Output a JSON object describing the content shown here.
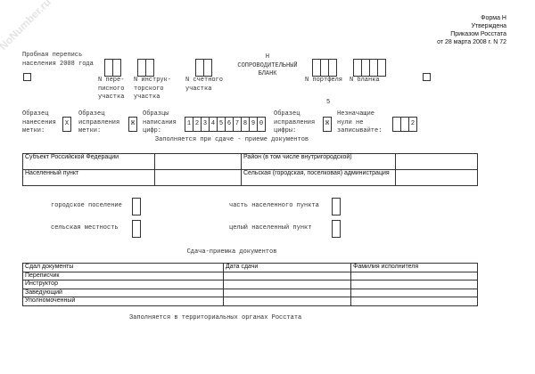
{
  "watermark": "NoNumber.ru",
  "header": {
    "line1": "Форма Н",
    "line2": "Утверждена",
    "line3": "Приказом Росстата",
    "line4": "от 28 марта 2008 г. N 72"
  },
  "census": {
    "line1": "Пробная перепись",
    "line2": "населения 2008 года"
  },
  "blank_title": {
    "n": "Н",
    "line1": "СОПРОВОДИТЕЛЬНЫЙ",
    "line2": "БЛАНК"
  },
  "labels": {
    "perepis": [
      "N пере-",
      "писного",
      "участка"
    ],
    "instr": [
      "N инструк-",
      "торского",
      "участка"
    ],
    "schet": [
      "N счетного",
      "участка"
    ],
    "portfel": "N портфеля",
    "blank": "N бланка"
  },
  "samples": {
    "mark": {
      "label": [
        "Образец",
        "нанесения",
        "метки:"
      ],
      "value": "X"
    },
    "mark_fix": {
      "label": [
        "Образец",
        "исправления",
        "метки:"
      ],
      "value": "Ж"
    },
    "digits": {
      "label": [
        "Образцы",
        "написания",
        "цифр:"
      ],
      "values": [
        "1",
        "2",
        "3",
        "4",
        "5",
        "6",
        "7",
        "8",
        "9",
        "0"
      ]
    },
    "digit_fix": {
      "label": [
        "Образец",
        "исправления",
        "цифры:"
      ],
      "value": "Ж",
      "above": "5"
    },
    "zeros": {
      "label": [
        "Незначащие",
        "нули не",
        "записывайте:"
      ],
      "values": [
        "",
        "",
        "2"
      ]
    }
  },
  "section1": "Заполняется при сдаче - приеме документов",
  "table1": {
    "r1c1": "Субъект Российской Федерации",
    "r1c3": "Район (в том числе внутригородской)",
    "r2c1": "Населенный пункт",
    "r2c3": "Сельская (городская, поселковая) администрация"
  },
  "options": {
    "urban": "городское поселение",
    "rural": "сельская местность",
    "part": "часть населенного пункта",
    "whole": "целый населенный пункт"
  },
  "section2": "Сдача-приемка документов",
  "table2": {
    "headers": [
      "Сдал документы",
      "Дата сдачи",
      "Фамилия исполнителя"
    ],
    "rows": [
      "Переписчик",
      "Инструктор",
      "Заведующий",
      "Уполномоченный"
    ]
  },
  "footer": "Заполняется в территориальных органах Росстата"
}
